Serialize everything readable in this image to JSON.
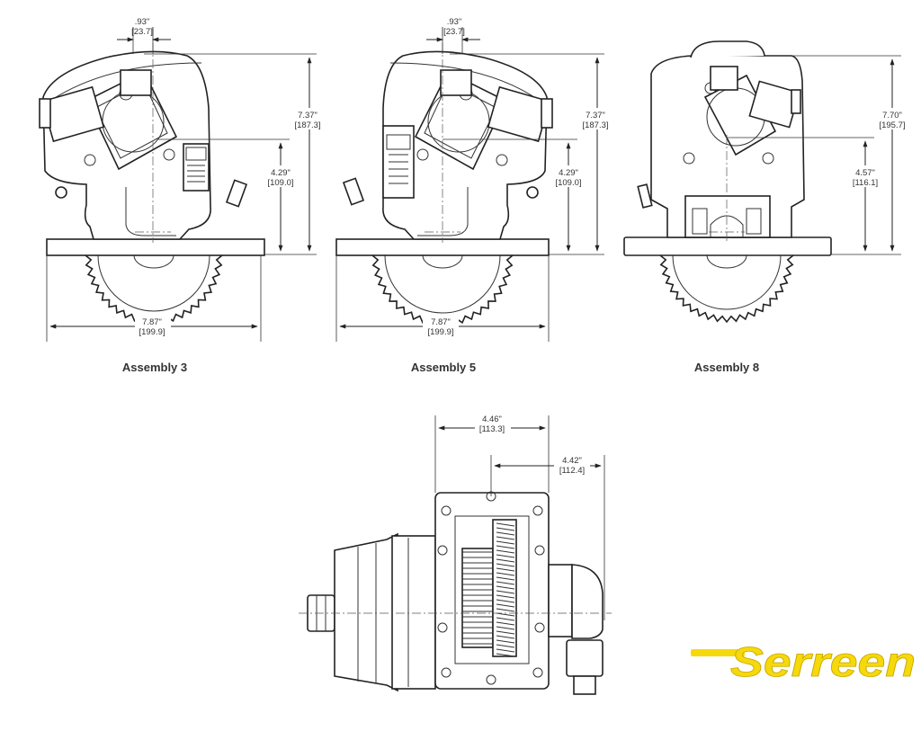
{
  "brand": {
    "name": "Serreen",
    "color": "#f5d90a",
    "outline": "#c9a800"
  },
  "colors": {
    "line": "#222222",
    "background": "#ffffff"
  },
  "views": {
    "a3": {
      "caption": "Assembly 3",
      "top_offset": {
        "in": ".93\"",
        "mm": "[23.7]"
      },
      "total_height": {
        "in": "7.37\"",
        "mm": "[187.3]"
      },
      "shaft_height": {
        "in": "4.29\"",
        "mm": "[109.0]"
      },
      "width": {
        "in": "7.87\"",
        "mm": "[199.9]"
      }
    },
    "a5": {
      "caption": "Assembly 5",
      "top_offset": {
        "in": ".93\"",
        "mm": "[23.7]"
      },
      "total_height": {
        "in": "7.37\"",
        "mm": "[187.3]"
      },
      "shaft_height": {
        "in": "4.29\"",
        "mm": "[109.0]"
      },
      "width": {
        "in": "7.87\"",
        "mm": "[199.9]"
      }
    },
    "a8": {
      "caption": "Assembly 8",
      "total_height": {
        "in": "7.70\"",
        "mm": "[195.7]"
      },
      "shaft_height": {
        "in": "4.57\"",
        "mm": "[116.1]"
      }
    },
    "side": {
      "width_a": {
        "in": "4.46\"",
        "mm": "[113.3]"
      },
      "width_b": {
        "in": "4.42\"",
        "mm": "[112.4]"
      }
    }
  }
}
